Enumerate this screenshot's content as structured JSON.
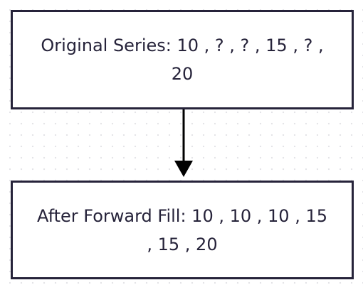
{
  "diagram": {
    "nodes": [
      {
        "id": "original",
        "text": "Original Series:  10 , ? , ? , 15 , ? , 20"
      },
      {
        "id": "after",
        "text": "After Forward Fill:  10 , 10 , 10 , 15 , 15 , 20"
      }
    ],
    "edges": [
      {
        "from": "original",
        "to": "after"
      }
    ],
    "colors": {
      "border": "#26233a",
      "text": "#26233a",
      "arrow": "#000000",
      "background": "#ffffff",
      "grid_dots": "#e3e3e6"
    }
  }
}
